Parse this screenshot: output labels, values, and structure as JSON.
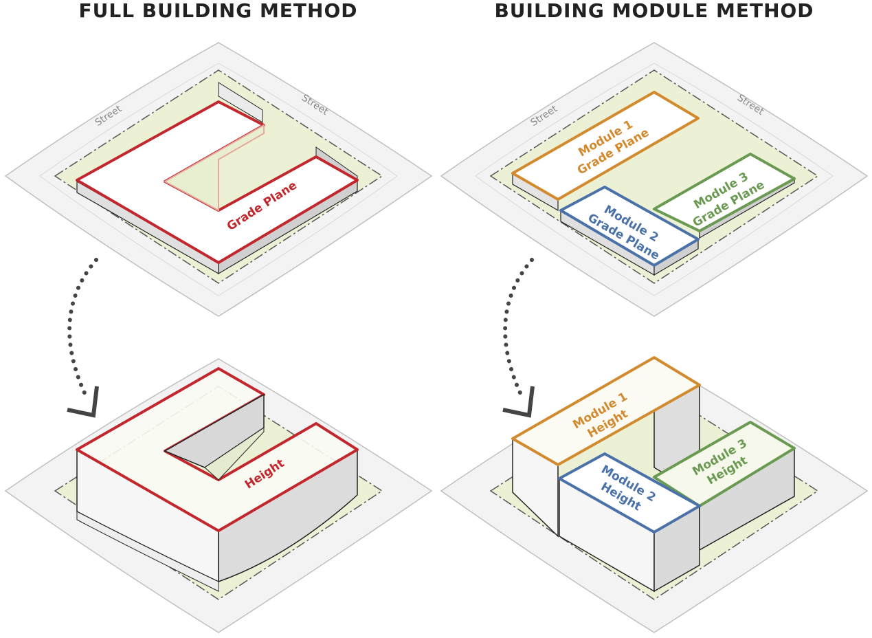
{
  "titles": {
    "left": "FULL BUILDING METHOD",
    "right": "BUILDING MODULE METHOD"
  },
  "street_label": "Street",
  "full_building": {
    "grade_plane_label": "Grade Plane",
    "height_label": "Height"
  },
  "modules": {
    "m1": {
      "line1": "Module 1",
      "grade": "Grade Plane",
      "height": "Height"
    },
    "m2": {
      "line1": "Module 2",
      "grade": "Grade Plane",
      "height": "Height"
    },
    "m3": {
      "line1": "Module 3",
      "grade": "Grade Plane",
      "height": "Height"
    }
  },
  "colors": {
    "full_building": "#c1272d",
    "module_1": "#d28a2e",
    "module_2": "#4a72a8",
    "module_3": "#6a9a52",
    "lot": "#ecf1d5",
    "street": "#f3f3f3"
  }
}
